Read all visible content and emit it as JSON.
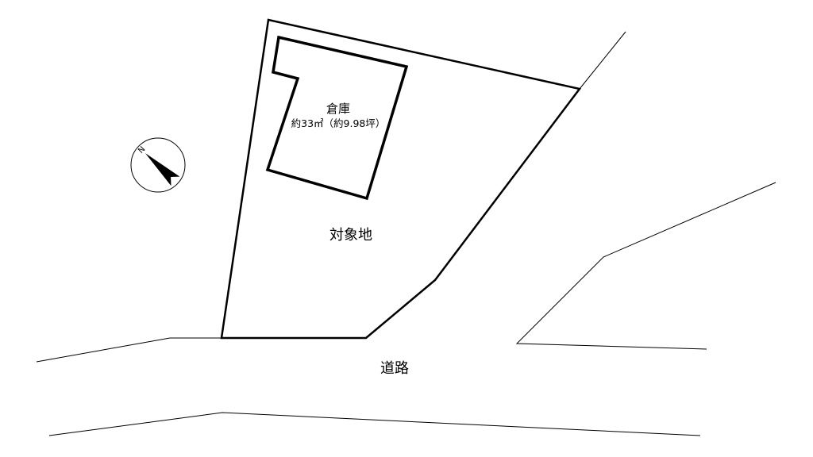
{
  "labels": {
    "warehouse_name": "倉庫",
    "warehouse_area": "約33㎡（約9.98坪）",
    "target_lot": "対象地",
    "road": "道路"
  },
  "compass": {
    "north_letter": "N"
  },
  "colors": {
    "line": "#000000",
    "background": "#ffffff"
  }
}
